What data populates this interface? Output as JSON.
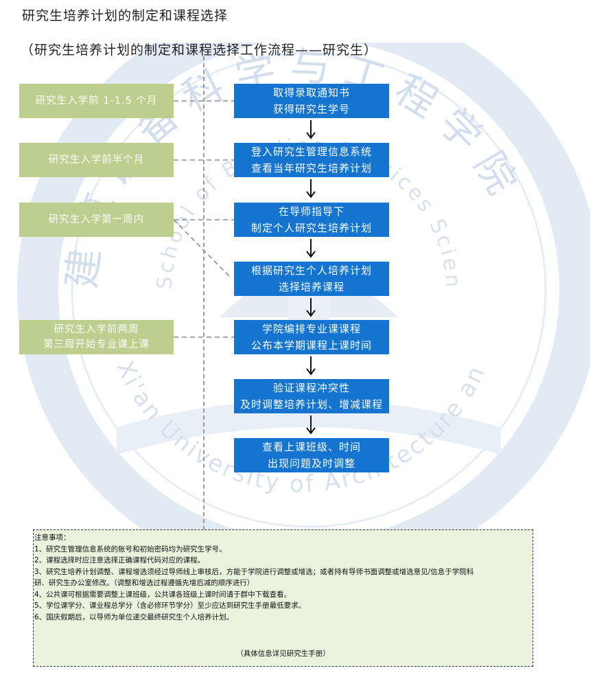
{
  "title": "研究生培养计划的制定和课程选择",
  "subtitle": "（研究生培养计划的制定和课程选择工作流程——研究生）",
  "stages": [
    {
      "line1": "研究生入学前 1-1.5 个月",
      "line2": ""
    },
    {
      "line1": "研究生入学前半个月",
      "line2": ""
    },
    {
      "line1": "研究生入学第一周内",
      "line2": ""
    },
    {
      "line1": "研究生入学前两周",
      "line2": "第三周开始专业课上课"
    }
  ],
  "steps": [
    {
      "line1": "取得录取通知书",
      "line2": "获得研究生学号"
    },
    {
      "line1": "登入研究生管理信息系统",
      "line2": "查看当年研究生培养计划"
    },
    {
      "line1": "在导师指导下",
      "line2": "制定个人研究生培养计划"
    },
    {
      "line1": "根据研究生个人培养计划",
      "line2": "选择培养课程"
    },
    {
      "line1": "学院编排专业课课程",
      "line2": "公布本学期课程上课时间"
    },
    {
      "line1": "验证课程冲突性",
      "line2": "及时调整培养计划、增减课程"
    },
    {
      "line1": "查看上课班级、时间",
      "line2": "出现问题及时调整"
    }
  ],
  "watermark": {
    "school_cn": "建筑设备科学与工程学院",
    "school_en_top": "School of Building Services Science and Engineering",
    "university_en": "Xi'an University of Architecture and Technology"
  },
  "notes": {
    "heading": "注意事项：",
    "items": [
      "1、研究生管理信息系统的账号和初始密码均为研究生学号。",
      "2、课程选择时应注意选择正确课程代码对应的课程。",
      "3、研究生培养计划调整、课程增选须经过导师线上审核后，方能于学院进行调整或增选；或者持有导师书面调整或增选意见/信息于学院科",
      "研、研究生办公室修改。（调整和增选过程遵循先增后减的顺序进行）",
      "4、公共课可根据需要调整上课班级，公共课各班级上课时间请于群中下载查看。",
      "5、学位课学分、课业程总学分（含必修环节学分）至少应达到研究生手册最低要求。",
      "6、国庆假期后，以导师为单位递交最终研究生个人培养计划。"
    ],
    "footer": "（具体信息详见研究生手册）"
  },
  "colors": {
    "step_fill": "#1474cf",
    "stage_fill": "#bccf8e",
    "notes_fill": "#eaf3dd",
    "watermark": "#dce6f1"
  }
}
